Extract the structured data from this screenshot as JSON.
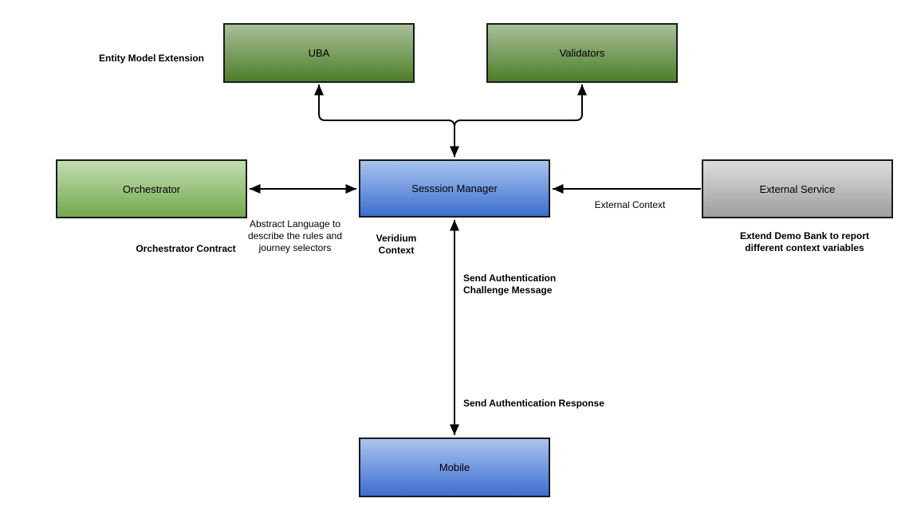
{
  "diagram": {
    "background": "#ffffff",
    "colors": {
      "node_green_dark_top": "#a8c099",
      "node_green_dark_bottom": "#4e7e29",
      "node_green_light_top": "#c3deb2",
      "node_green_light_bottom": "#74a84e",
      "node_blue_top": "#a9c4ee",
      "node_blue_bottom": "#3d6ed0",
      "node_gray_top": "#dcdcdc",
      "node_gray_bottom": "#9e9e9e",
      "node_border": "#1a1a1a",
      "connector": "#000000",
      "text": "#000000"
    },
    "nodes": {
      "uba": {
        "label": "UBA"
      },
      "validators": {
        "label": "Validators"
      },
      "orchestrator": {
        "label": "Orchestrator"
      },
      "session_manager": {
        "label": "Sesssion Manager"
      },
      "external_service": {
        "label": "External Service"
      },
      "mobile": {
        "label": "Mobile"
      }
    },
    "annotations": {
      "entity_model_extension": "Entity Model Extension",
      "orchestrator_contract": "Orchestrator Contract",
      "abstract_language": "Abstract Language to describe the rules and journey selectors",
      "veridium_context": "Veridium Context",
      "external_context": "External Context",
      "extend_demo_bank": "Extend Demo Bank to report different context variables",
      "send_auth_challenge": "Send Authentication Challenge Message",
      "send_auth_response": "Send Authentication Response"
    }
  }
}
